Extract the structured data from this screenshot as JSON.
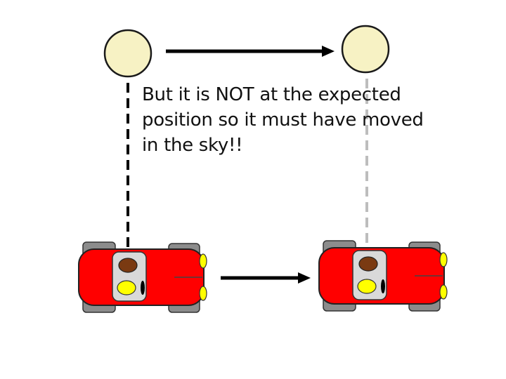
{
  "caption": "But it is NOT at the expected position so it must have moved in the sky!!",
  "colors": {
    "background": "#ffffff",
    "moon_fill": "#f7f2c4",
    "moon_stroke": "#1a1a1a",
    "car_body": "#ff0000",
    "car_wheel": "#8c8c8c",
    "car_cabin": "#d9d9d9",
    "observer_head": "#7a3a12",
    "observer_light": "#ffff00",
    "headlight": "#ffff00",
    "arrow": "#000000",
    "sightline_actual": "#000000",
    "sightline_expected": "#bdbdbd"
  },
  "icons": {
    "moon": "circle",
    "car": "top-down-car",
    "arrow": "right-arrow"
  }
}
